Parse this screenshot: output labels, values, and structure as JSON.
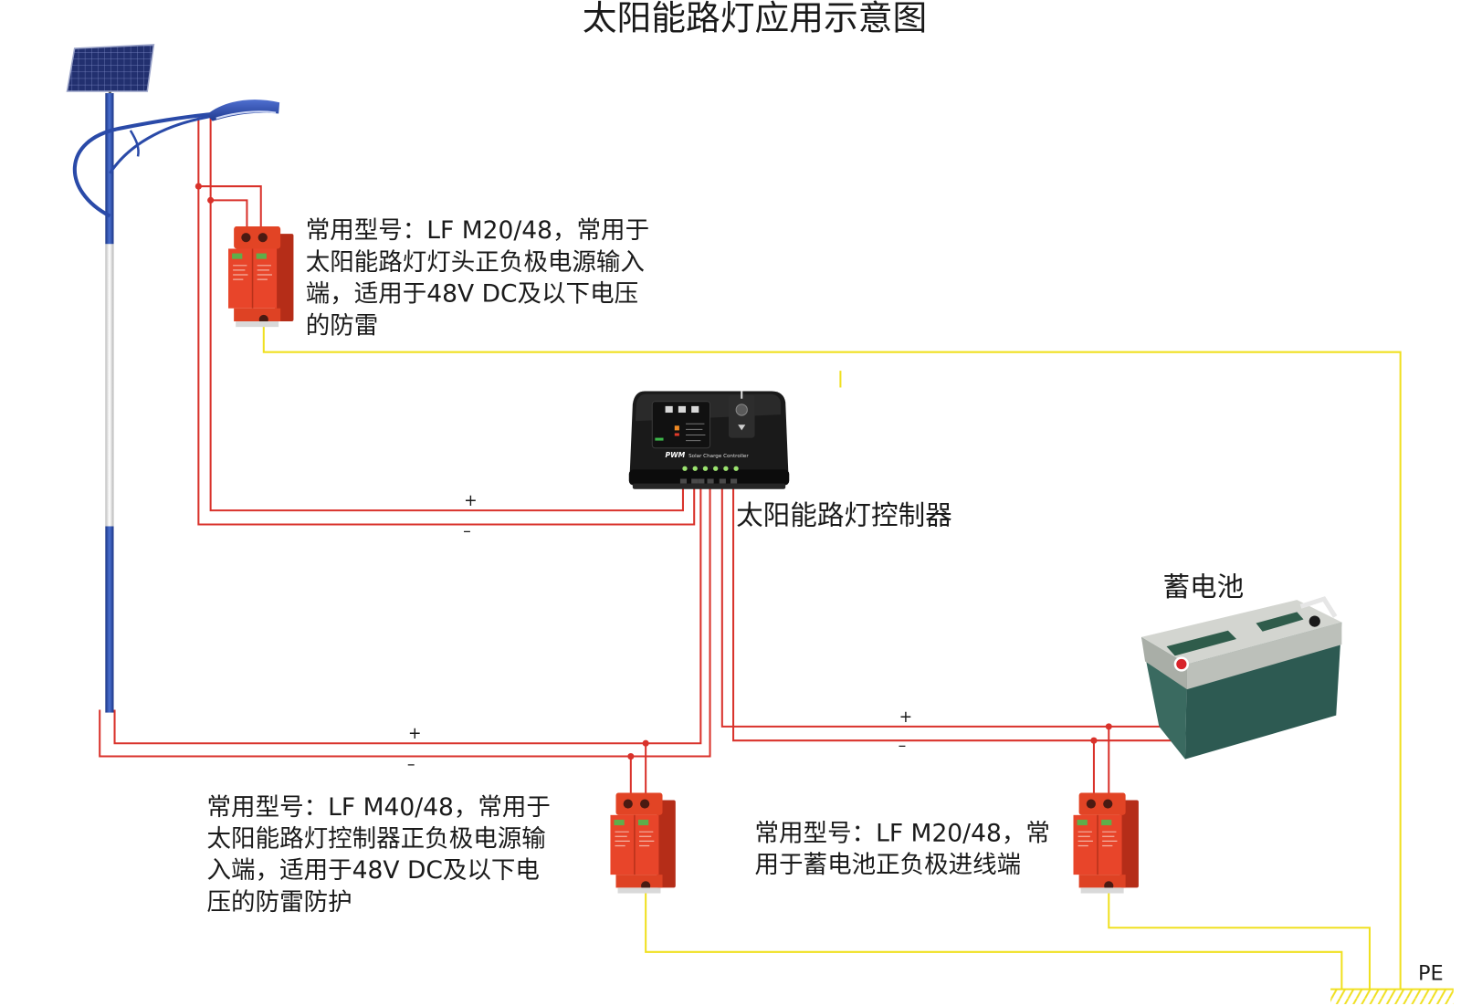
{
  "title": "太阳能路灯应用示意图",
  "notes": {
    "lamp_spd": [
      "常用型号：LF M20/48，常用于",
      "太阳能路灯灯头正负极电源输入",
      "端，适用于48V DC及以下电压",
      "的防雷"
    ],
    "controller_spd": [
      "常用型号：LF M40/48，常用于",
      "太阳能路灯控制器正负极电源输",
      "入端，适用于48V DC及以下电",
      "压的防雷防护"
    ],
    "battery_spd": [
      "常用型号：LF M20/48，常",
      "用于蓄电池正负极进线端"
    ]
  },
  "labels": {
    "controller": "太阳能路灯控制器",
    "battery": "蓄电池",
    "ground": "PE"
  },
  "polarity": {
    "plus": "+",
    "minus": "–"
  },
  "controller_face": {
    "brand": "PWM",
    "caption": "Solar Charge Controller"
  },
  "colors": {
    "dc_wire": "#d9322b",
    "pe_wire": "#f0e020",
    "spd_body": "#e8452a",
    "pole_blue": "#2a4aa8",
    "controller_body": "#1a1a1a",
    "battery_body": "#2d5a52"
  },
  "icons": [
    "solar-panel-icon",
    "street-lamp-icon",
    "surge-protector-icon",
    "charge-controller-icon",
    "battery-icon",
    "ground-icon"
  ]
}
